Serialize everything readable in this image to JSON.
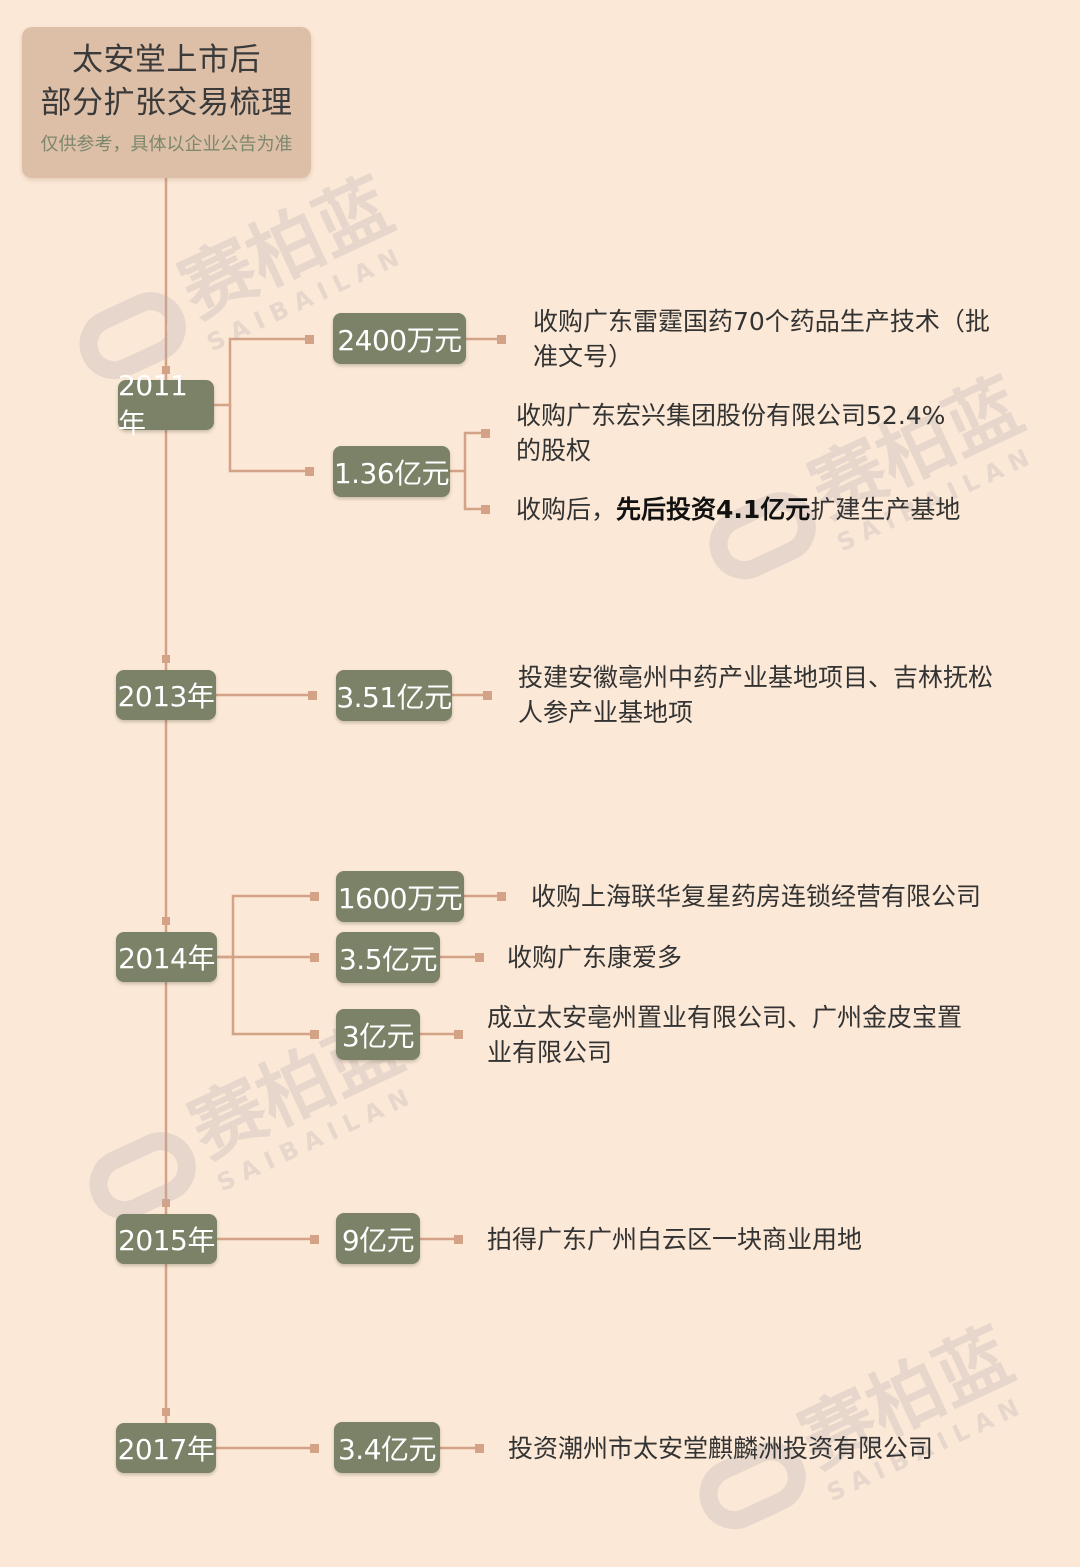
{
  "header": {
    "title_line1": "太安堂上市后",
    "title_line2": "部分扩张交易梳理",
    "subtitle": "仅供参考，具体以企业公告为准"
  },
  "watermark": {
    "cn": "赛柏蓝",
    "en": "SAIBAILAN"
  },
  "years": [
    "2011年",
    "2013年",
    "2014年",
    "2015年",
    "2017年"
  ],
  "amounts": [
    "2400万元",
    "1.36亿元",
    "3.51亿元",
    "1600万元",
    "3.5亿元",
    "3亿元",
    "9亿元",
    "3.4亿元"
  ],
  "descriptions": {
    "d2011a": "收购广东雷霆国药70个药品生产技术（批准文号）",
    "d2011b1": "收购广东宏兴集团股份有限公司52.4%的股权",
    "d2011b2_pre": "收购后，",
    "d2011b2_bold": "先后投资4.1亿元",
    "d2011b2_post": "扩建生产基地",
    "d2013": "投建安徽亳州中药产业基地项目、吉林抚松人参产业基地项",
    "d2014a": "收购上海联华复星药房连锁经营有限公司",
    "d2014b": "收购广东康爱多",
    "d2014c": "成立太安亳州置业有限公司、广州金皮宝置业有限公司",
    "d2015": "拍得广东广州白云区一块商业用地",
    "d2017": "投资潮州市太安堂麒麟洲投资有限公司"
  },
  "colors": {
    "background": "#fbe8d6",
    "pill": "#7b8268",
    "connector": "#d4a287",
    "header": "#ddbfa8"
  }
}
